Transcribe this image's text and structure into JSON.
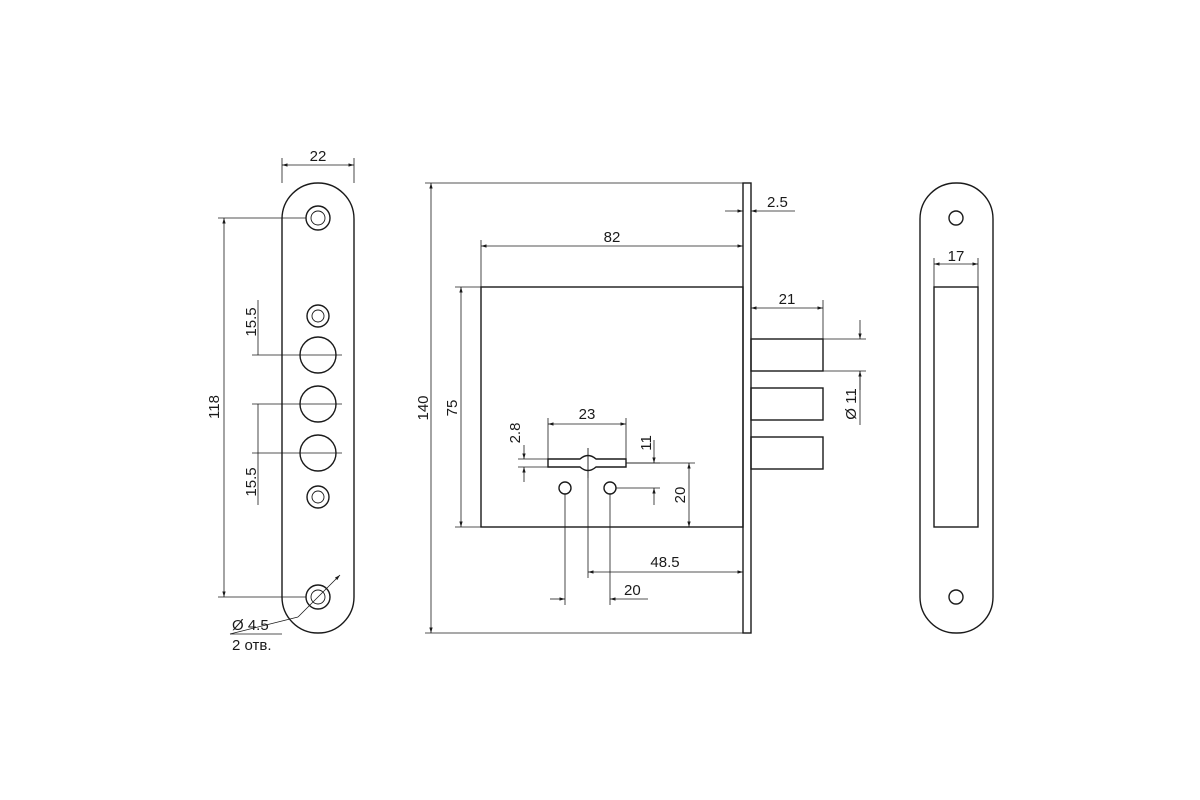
{
  "front_plate": {
    "width": "22",
    "length": "118",
    "spacing_top": "15.5",
    "spacing_bottom": "15.5",
    "hole_diameter": "Ø 4.5",
    "hole_count": "2 отв."
  },
  "lock_body": {
    "total_height": "140",
    "body_depth": "82",
    "body_height": "75",
    "plate_thickness": "2.5",
    "bolt_throw": "21",
    "bolt_diameter": "Ø 11",
    "keyhole_width": "23",
    "keyhole_slot": "2.8",
    "pin_offset": "11",
    "pin_spacing": "20",
    "backset": "48.5",
    "vertical_offset": "20"
  },
  "strike_plate": {
    "opening_width": "17"
  },
  "colors": {
    "line": "#1a1a1a",
    "background": "#ffffff"
  }
}
